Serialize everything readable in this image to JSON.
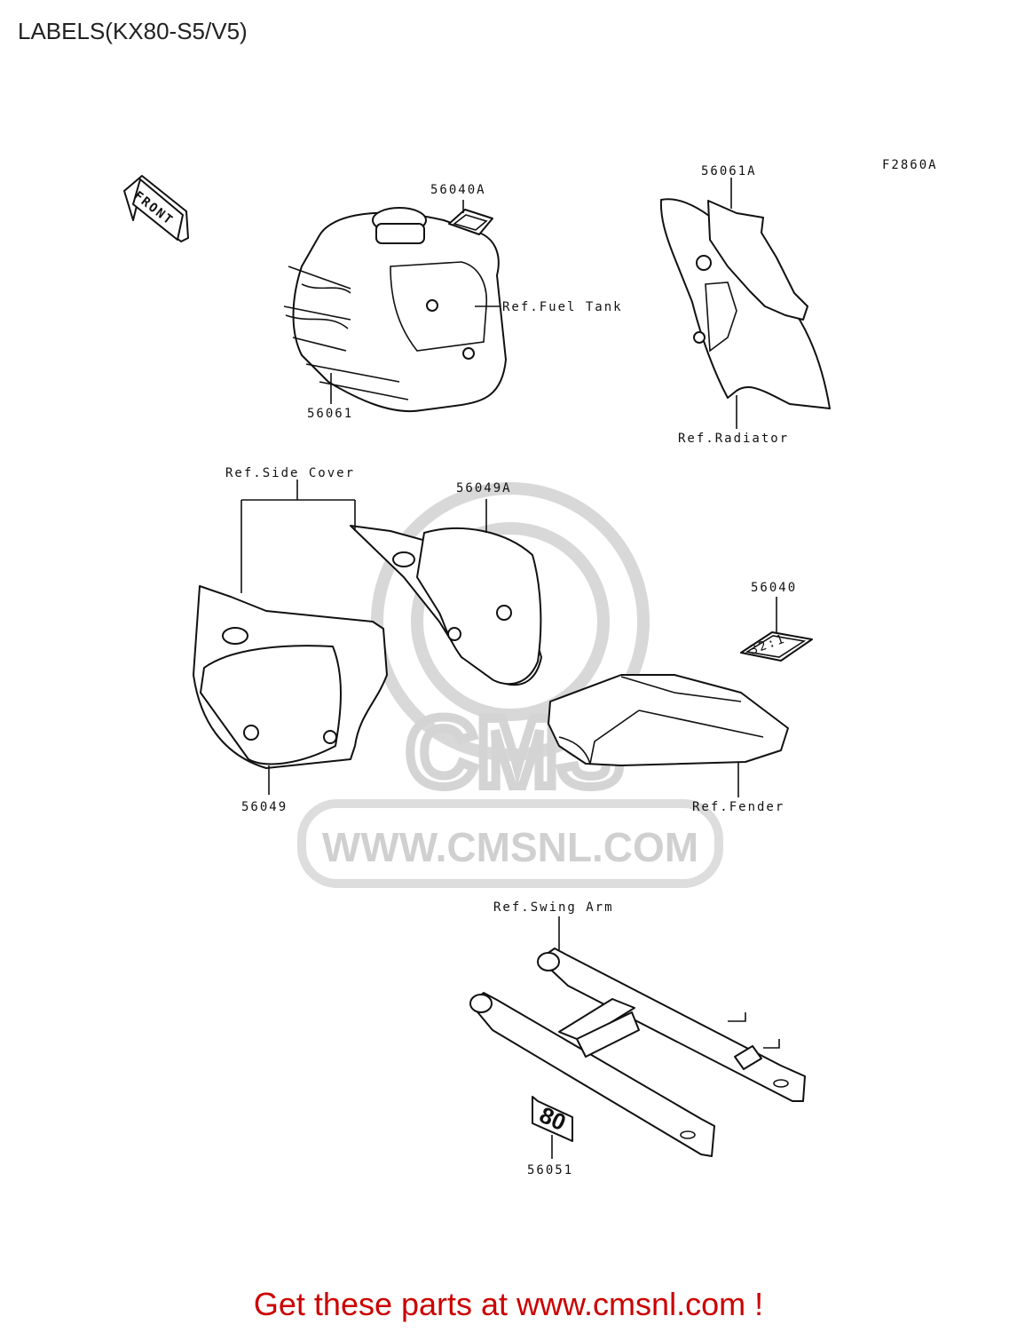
{
  "page": {
    "title": "LABELS(KX80-S5/V5)",
    "figure_code": "F2860A",
    "footer": "Get these parts at www.cmsnl.com !"
  },
  "watermark": {
    "brand": "CMS",
    "url": "WWW.CMSNL.COM"
  },
  "front_arrow": {
    "label": "FRONT"
  },
  "callouts": {
    "p56040A": "56040A",
    "fuel_tank": "Ref.Fuel Tank",
    "p56061": "56061",
    "p56061A": "56061A",
    "radiator": "Ref.Radiator",
    "side_cover": "Ref.Side Cover",
    "p56049A": "56049A",
    "p56040": "56040",
    "p56049": "56049",
    "fender": "Ref.Fender",
    "swing_arm": "Ref.Swing Arm",
    "p56051": "56051"
  },
  "decal_text": {
    "fuel_ratio": "32:1",
    "model_number": "80"
  }
}
